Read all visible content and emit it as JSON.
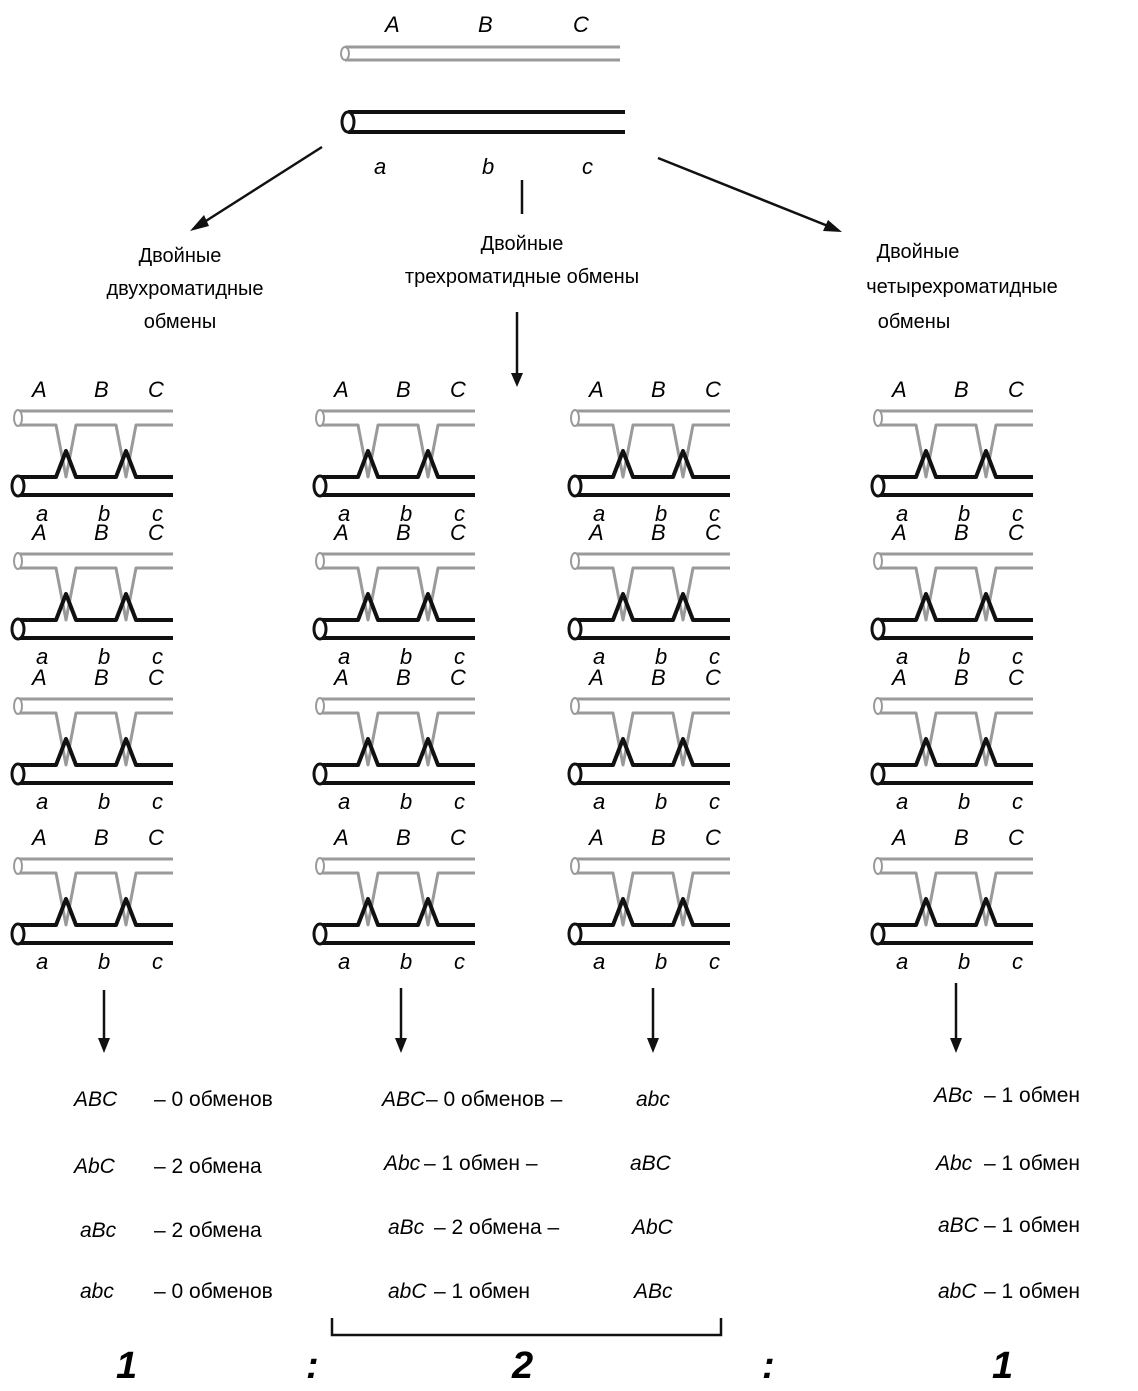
{
  "top": {
    "upper_labels": [
      "A",
      "B",
      "C"
    ],
    "lower_labels": [
      "a",
      "b",
      "c"
    ]
  },
  "categories": {
    "two_chromatid": [
      "Двойные",
      "двухроматидные",
      "обмены"
    ],
    "three_chromatid": [
      "Двойные",
      "трехроматидные обмены"
    ],
    "four_chromatid": [
      "Двойные",
      "четырехроматидные",
      "обмены"
    ]
  },
  "columns": [
    {
      "id": "two",
      "upper": [
        "A",
        "B",
        "C"
      ],
      "lower": [
        "a",
        "b",
        "c"
      ]
    },
    {
      "id": "three-a",
      "upper": [
        "A",
        "B",
        "C"
      ],
      "lower": [
        "a",
        "b",
        "c"
      ]
    },
    {
      "id": "three-b",
      "upper": [
        "A",
        "B",
        "C"
      ],
      "lower": [
        "a",
        "b",
        "c"
      ]
    },
    {
      "id": "four",
      "upper": [
        "A",
        "B",
        "C"
      ],
      "lower": [
        "a",
        "b",
        "c"
      ]
    }
  ],
  "results": {
    "two": [
      {
        "genotype": "ABC",
        "text": "– 0 обменов"
      },
      {
        "genotype": "AbC",
        "text": "– 2 обмена"
      },
      {
        "genotype": "aBc",
        "text": "– 2 обмена"
      },
      {
        "genotype": "abc",
        "text": "– 0 обменов"
      }
    ],
    "three": [
      {
        "left": "ABC",
        "text": "– 0 обменов –",
        "right": "abc"
      },
      {
        "left": "Abc",
        "text": "– 1 обмен –",
        "right": "aBC"
      },
      {
        "left": "aBc",
        "text": "– 2 обмена –",
        "right": "AbC"
      },
      {
        "left": "abC",
        "text": "– 1 обмен",
        "right": "ABc"
      }
    ],
    "four": [
      {
        "genotype": "ABc",
        "text": "– 1 обмен"
      },
      {
        "genotype": "Abc",
        "text": "– 1 обмен"
      },
      {
        "genotype": "aBC",
        "text": "– 1 обмен"
      },
      {
        "genotype": "abC",
        "text": "– 1 обмен"
      }
    ]
  },
  "ratio": [
    "1",
    ":",
    "2",
    ":",
    "1"
  ]
}
